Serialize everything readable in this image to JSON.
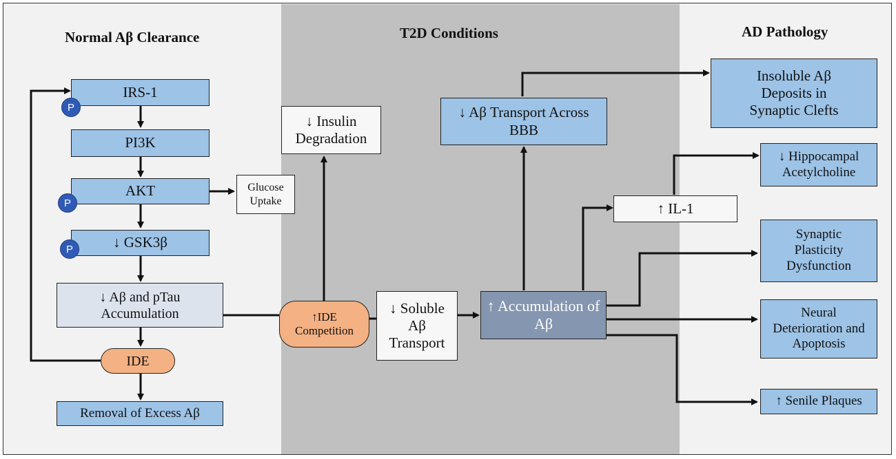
{
  "panels": {
    "left_title": "Normal Aβ Clearance",
    "mid_title": "T2D Conditions",
    "right_title": "AD Pathology"
  },
  "left": {
    "irs1": "IRS-1",
    "pi3k": "PI3K",
    "akt": "AKT",
    "gsk3b": "↓ GSK3β",
    "abeta_ptau": "↓ Aβ and pTau Accumulation",
    "ide": "IDE",
    "removal": "Removal of Excess Aβ",
    "glucose": "Glucose Uptake",
    "p_label": "P"
  },
  "mid": {
    "ide_comp": "↑IDE Competition",
    "insulin_deg": "↓ Insulin Degradation",
    "soluble": "↓ Soluble Aβ Transport",
    "bbb": "↓ Aβ Transport Across BBB",
    "accum": "↑ Accumulation of Aβ"
  },
  "right": {
    "insoluble": "Insoluble Aβ Deposits in Synaptic Clefts",
    "il1": "↑ IL-1",
    "hippo": "↓ Hippocampal Acetylcholine",
    "synaptic": "Synaptic Plasticity Dysfunction",
    "neural": "Neural Deterioration and Apoptosis",
    "senile": "↑ Senile Plaques"
  },
  "colors": {
    "blue_box": "#9dc3e6",
    "orange_pill": "#f4b183",
    "dark_box": "#8496b0",
    "phospho_badge": "#2f5bb7",
    "mid_panel": "#c0c0c0"
  }
}
